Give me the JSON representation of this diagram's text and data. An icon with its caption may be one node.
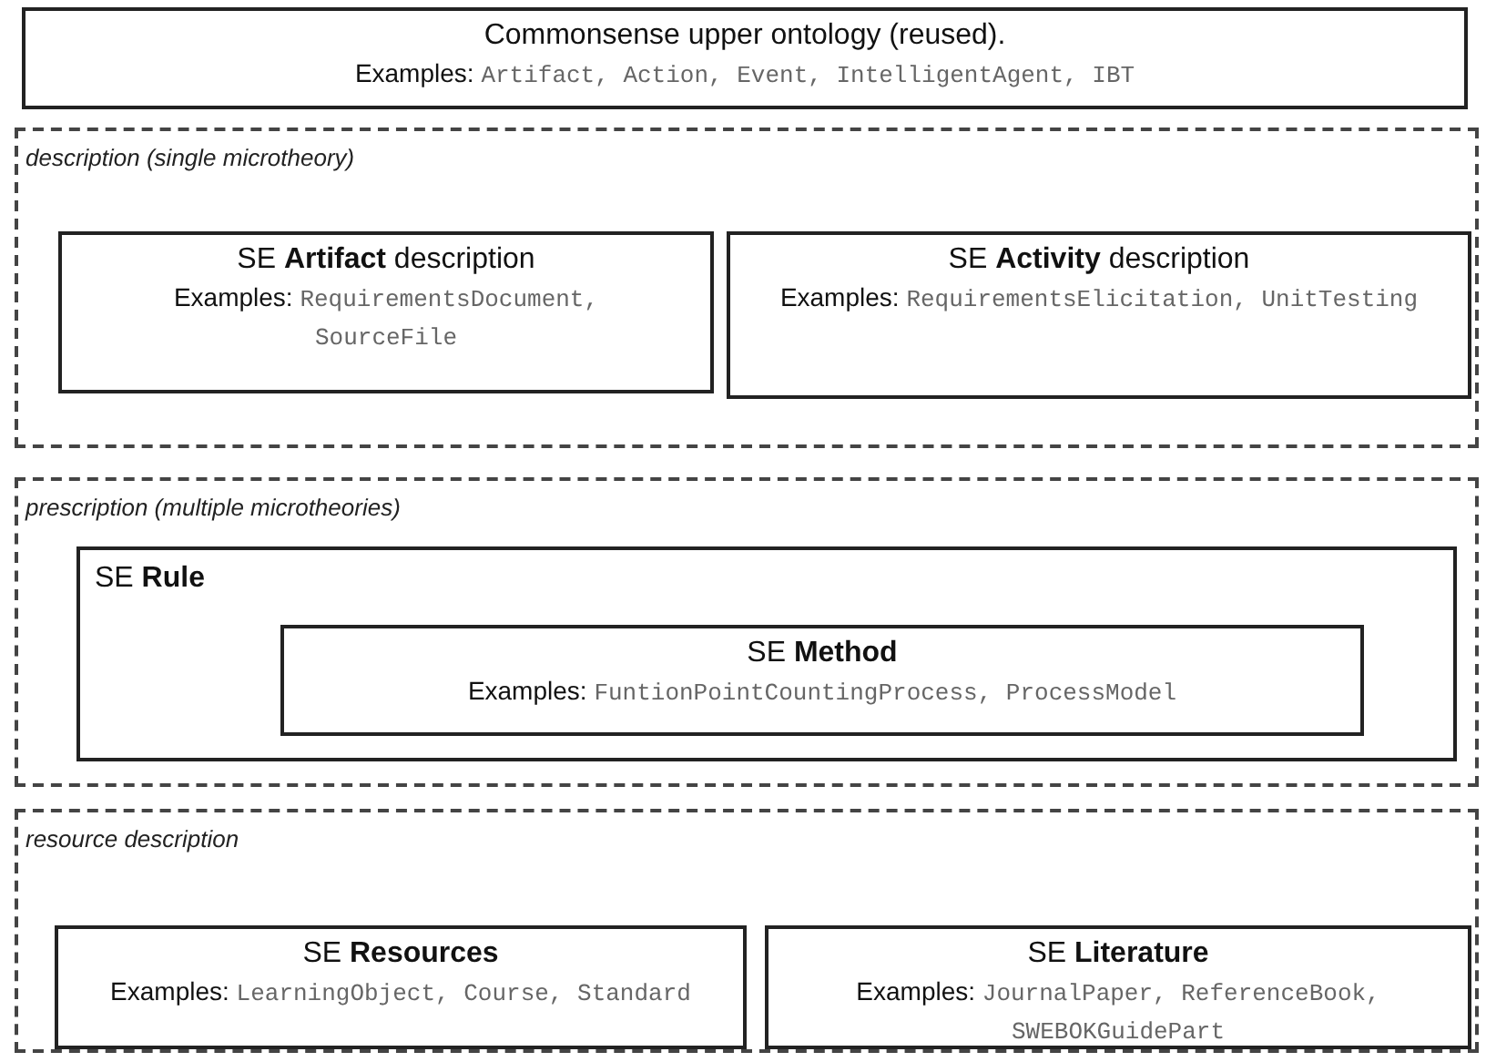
{
  "diagram": {
    "nodes": [
      {
        "text": [
          "Commonsense upper ontology (reused).",
          "Examples:",
          "Artifact, Action, Event, IntelligentAgent, IBT"
        ]
      },
      {
        "text": [
          "description (single microtheory)"
        ]
      },
      {
        "text": [
          "SE **Artifact** description",
          "Examples:",
          "RequirementsDocument, SourceFile"
        ],
        "in": 1
      },
      {
        "text": [
          "SE **Activity** description",
          "Examples:",
          "RequirementsElicitation, UnitTesting"
        ],
        "in": 1
      },
      {
        "text": [
          "prescription (multiple microtheories)"
        ]
      },
      {
        "text": [
          "SE **Rule**"
        ],
        "in": 4
      },
      {
        "text": [
          "SE **Method**",
          "Examples:",
          "FuntionPointCountingProcess, ProcessModel"
        ],
        "in": 5
      },
      {
        "text": [
          "resource description"
        ]
      },
      {
        "text": [
          "SE **Resources**",
          "Examples:",
          "LearningObject, Course, Standard"
        ],
        "in": 7
      },
      {
        "text": [
          "SE **Literature**",
          "Examples:",
          "JournalPaper, ReferenceBook, SWEBOKGuidePart"
        ],
        "in": 7
      }
    ]
  }
}
